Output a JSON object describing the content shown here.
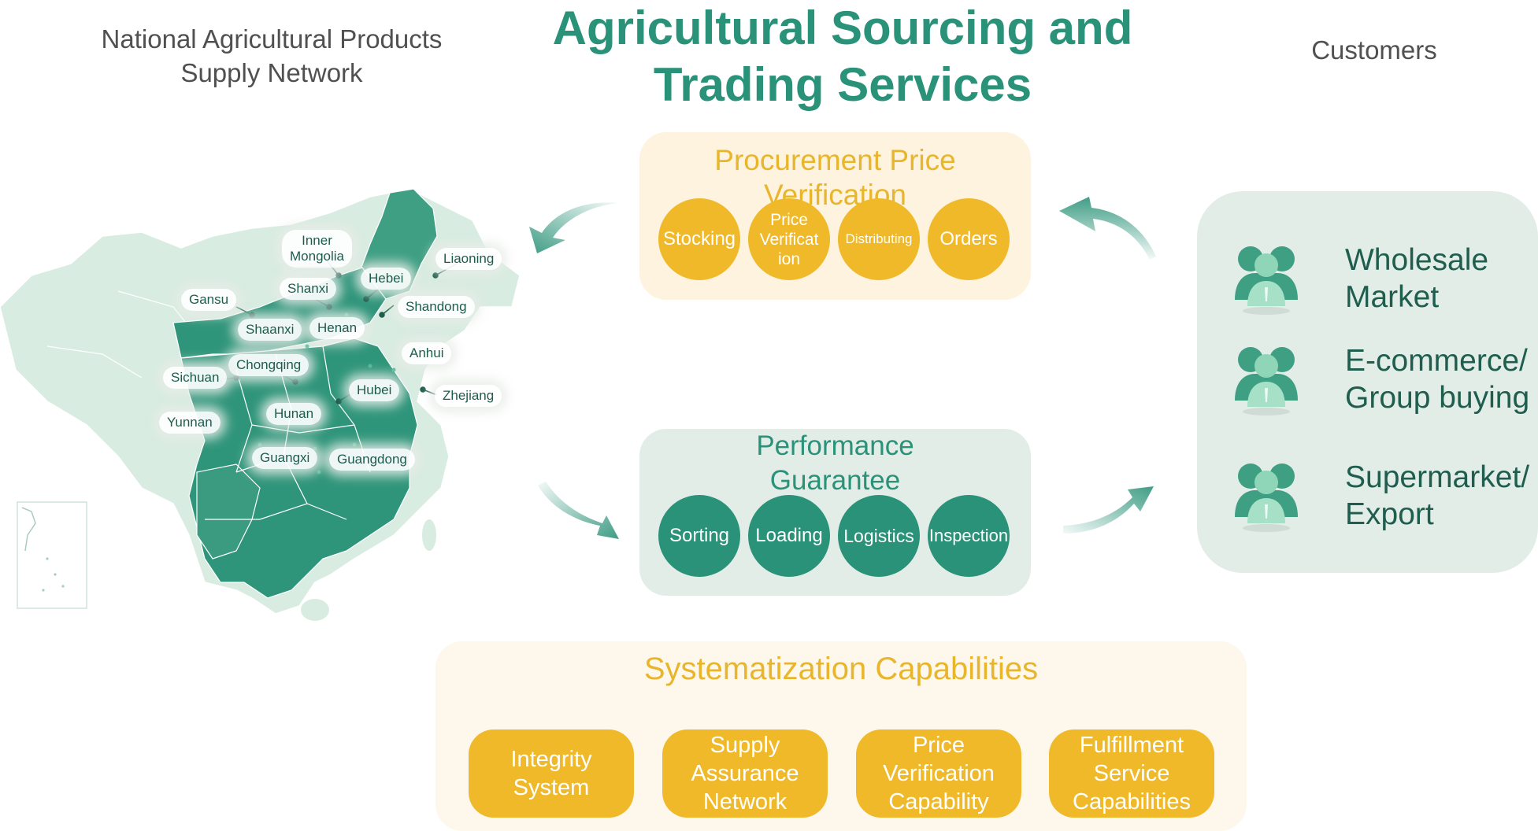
{
  "title": {
    "line1": "Agricultural Sourcing and",
    "line2": "Trading Services"
  },
  "left_heading": {
    "line1": "National Agricultural Products",
    "line2": "Supply Network"
  },
  "right_heading": "Customers",
  "provinces": [
    {
      "id": "inner-mongolia",
      "line1": "Inner",
      "line2": "Mongolia"
    },
    {
      "id": "liaoning",
      "line1": "Liaoning"
    },
    {
      "id": "hebei",
      "line1": "Hebei"
    },
    {
      "id": "shanxi",
      "line1": "Shanxi"
    },
    {
      "id": "gansu",
      "line1": "Gansu"
    },
    {
      "id": "shandong",
      "line1": "Shandong"
    },
    {
      "id": "shaanxi",
      "line1": "Shaanxi"
    },
    {
      "id": "henan",
      "line1": "Henan"
    },
    {
      "id": "anhui",
      "line1": "Anhui"
    },
    {
      "id": "chongqing",
      "line1": "Chongqing"
    },
    {
      "id": "sichuan",
      "line1": "Sichuan"
    },
    {
      "id": "hubei",
      "line1": "Hubei"
    },
    {
      "id": "zhejiang",
      "line1": "Zhejiang"
    },
    {
      "id": "hunan",
      "line1": "Hunan"
    },
    {
      "id": "yunnan",
      "line1": "Yunnan"
    },
    {
      "id": "guangxi",
      "line1": "Guangxi"
    },
    {
      "id": "guangdong",
      "line1": "Guangdong"
    }
  ],
  "procurement": {
    "title": "Procurement Price Verification",
    "items": [
      {
        "line1": "Stocking"
      },
      {
        "line1": "Price",
        "line2": "Verificat",
        "line3": "ion"
      },
      {
        "line1": "Distributing"
      },
      {
        "line1": "Orders"
      }
    ]
  },
  "performance": {
    "title_line1": "Performance",
    "title_line2": "Guarantee",
    "items": [
      "Sorting",
      "Loading",
      "Logistics",
      "Inspection"
    ]
  },
  "systematization": {
    "title": "Systematization Capabilities",
    "items": [
      {
        "line1": "Integrity",
        "line2": "System"
      },
      {
        "line1": "Supply",
        "line2": "Assurance",
        "line3": "Network"
      },
      {
        "line1": "Price",
        "line2": "Verification",
        "line3": "Capability"
      },
      {
        "line1": "Fulfillment",
        "line2": "Service",
        "line3": "Capabilities"
      }
    ]
  },
  "customers": [
    {
      "line1": "Wholesale",
      "line2": "Market",
      "icon": "user-group-icon"
    },
    {
      "line1": "E-commerce/",
      "line2": "Group buying",
      "icon": "user-group-icon"
    },
    {
      "line1": "Supermarket/",
      "line2": "Export",
      "icon": "user-group-icon"
    }
  ],
  "colors": {
    "brand_green": "#2a9278",
    "accent_yellow": "#f0b929",
    "dark_green_text": "#1f5e4e",
    "map_dark": "#2f957a",
    "map_light": "#d8ece1"
  }
}
